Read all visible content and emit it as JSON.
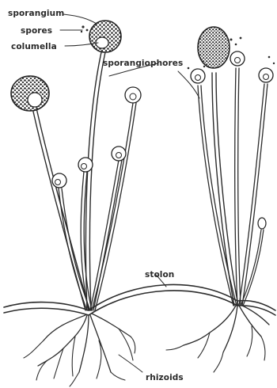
{
  "labels": {
    "sporangium": "sporangium",
    "spores": "spores",
    "columella": "columella",
    "sporangiophores": "sporangiophores",
    "stolon": "stolon",
    "rhizoids": "rhizoids"
  }
}
